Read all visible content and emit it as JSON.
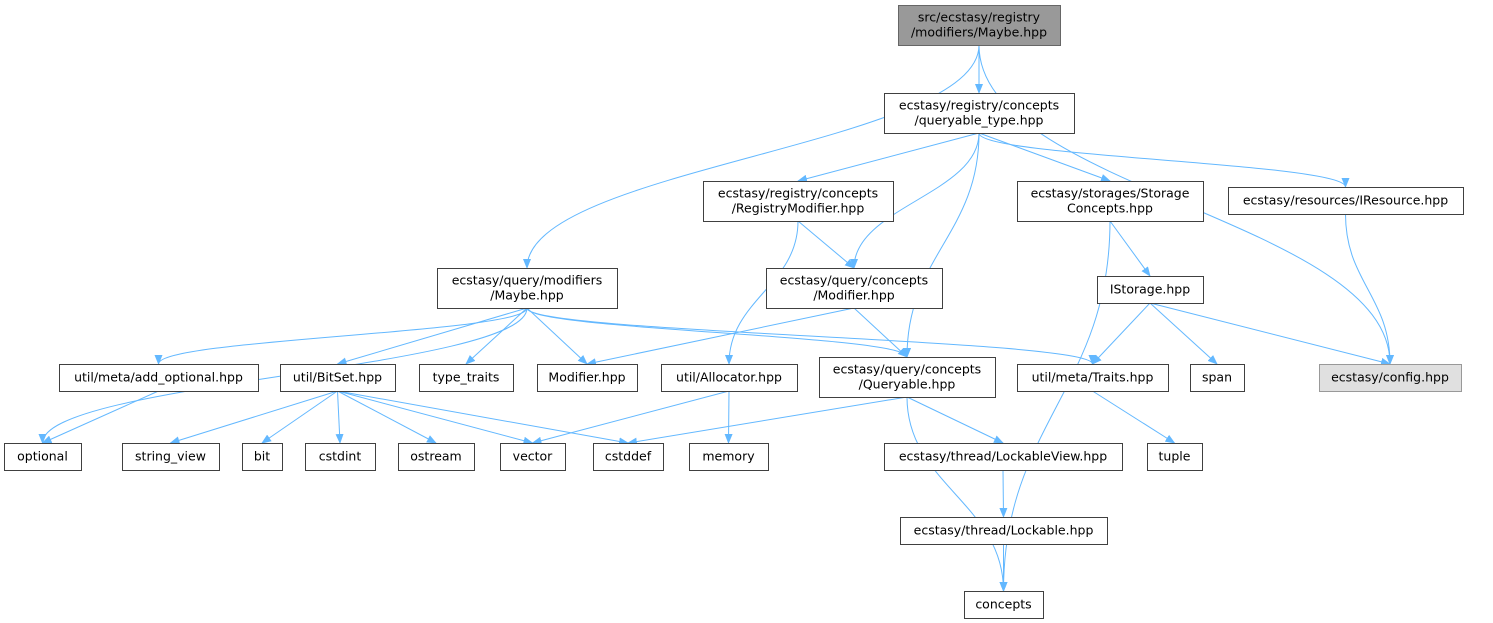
{
  "colors": {
    "edge": "#63b8ff",
    "node_border": "#404040",
    "root_fill": "#999999",
    "highlight_fill": "#e0e0e0"
  },
  "nodes": {
    "maybe_registry": {
      "lines": [
        "src/ecstasy/registry",
        "/modifiers/Maybe.hpp"
      ],
      "style": "root"
    },
    "queryable_type": {
      "lines": [
        "ecstasy/registry/concepts",
        "/queryable_type.hpp"
      ]
    },
    "registry_modifier": {
      "lines": [
        "ecstasy/registry/concepts",
        "/RegistryModifier.hpp"
      ]
    },
    "storage_concepts": {
      "lines": [
        "ecstasy/storages/Storage",
        "Concepts.hpp"
      ]
    },
    "iresource": {
      "lines": [
        "ecstasy/resources/IResource.hpp"
      ]
    },
    "maybe_query": {
      "lines": [
        "ecstasy/query/modifiers",
        "/Maybe.hpp"
      ]
    },
    "modifier_concept": {
      "lines": [
        "ecstasy/query/concepts",
        "/Modifier.hpp"
      ]
    },
    "istorage": {
      "lines": [
        "IStorage.hpp"
      ]
    },
    "add_optional": {
      "lines": [
        "util/meta/add_optional.hpp"
      ]
    },
    "bitset": {
      "lines": [
        "util/BitSet.hpp"
      ]
    },
    "type_traits": {
      "lines": [
        "type_traits"
      ]
    },
    "modifier_hpp": {
      "lines": [
        "Modifier.hpp"
      ]
    },
    "allocator": {
      "lines": [
        "util/Allocator.hpp"
      ]
    },
    "queryable": {
      "lines": [
        "ecstasy/query/concepts",
        "/Queryable.hpp"
      ]
    },
    "traits": {
      "lines": [
        "util/meta/Traits.hpp"
      ]
    },
    "span": {
      "lines": [
        "span"
      ]
    },
    "config": {
      "lines": [
        "ecstasy/config.hpp"
      ],
      "style": "highlight"
    },
    "optional": {
      "lines": [
        "optional"
      ]
    },
    "string_view": {
      "lines": [
        "string_view"
      ]
    },
    "bit": {
      "lines": [
        "bit"
      ]
    },
    "cstdint": {
      "lines": [
        "cstdint"
      ]
    },
    "ostream": {
      "lines": [
        "ostream"
      ]
    },
    "vector": {
      "lines": [
        "vector"
      ]
    },
    "cstddef": {
      "lines": [
        "cstddef"
      ]
    },
    "memory": {
      "lines": [
        "memory"
      ]
    },
    "lockable_view": {
      "lines": [
        "ecstasy/thread/LockableView.hpp"
      ]
    },
    "tuple": {
      "lines": [
        "tuple"
      ]
    },
    "lockable": {
      "lines": [
        "ecstasy/thread/Lockable.hpp"
      ]
    },
    "concepts": {
      "lines": [
        "concepts"
      ]
    }
  },
  "edges": [
    [
      "maybe_registry",
      "queryable_type"
    ],
    [
      "maybe_registry",
      "maybe_query"
    ],
    [
      "maybe_registry",
      "config"
    ],
    [
      "queryable_type",
      "registry_modifier"
    ],
    [
      "queryable_type",
      "modifier_concept"
    ],
    [
      "queryable_type",
      "queryable"
    ],
    [
      "queryable_type",
      "storage_concepts"
    ],
    [
      "queryable_type",
      "iresource"
    ],
    [
      "registry_modifier",
      "modifier_concept"
    ],
    [
      "registry_modifier",
      "allocator"
    ],
    [
      "storage_concepts",
      "istorage"
    ],
    [
      "storage_concepts",
      "concepts"
    ],
    [
      "iresource",
      "config"
    ],
    [
      "maybe_query",
      "optional"
    ],
    [
      "maybe_query",
      "add_optional"
    ],
    [
      "maybe_query",
      "bitset"
    ],
    [
      "maybe_query",
      "type_traits"
    ],
    [
      "maybe_query",
      "modifier_hpp"
    ],
    [
      "maybe_query",
      "queryable"
    ],
    [
      "maybe_query",
      "traits"
    ],
    [
      "modifier_concept",
      "modifier_hpp"
    ],
    [
      "modifier_concept",
      "queryable"
    ],
    [
      "istorage",
      "traits"
    ],
    [
      "istorage",
      "span"
    ],
    [
      "istorage",
      "config"
    ],
    [
      "add_optional",
      "optional"
    ],
    [
      "bitset",
      "string_view"
    ],
    [
      "bitset",
      "bit"
    ],
    [
      "bitset",
      "cstdint"
    ],
    [
      "bitset",
      "ostream"
    ],
    [
      "bitset",
      "vector"
    ],
    [
      "bitset",
      "cstddef"
    ],
    [
      "allocator",
      "vector"
    ],
    [
      "allocator",
      "memory"
    ],
    [
      "queryable",
      "cstddef"
    ],
    [
      "queryable",
      "lockable_view"
    ],
    [
      "queryable",
      "concepts"
    ],
    [
      "traits",
      "tuple"
    ],
    [
      "lockable_view",
      "lockable"
    ],
    [
      "lockable",
      "concepts"
    ]
  ]
}
